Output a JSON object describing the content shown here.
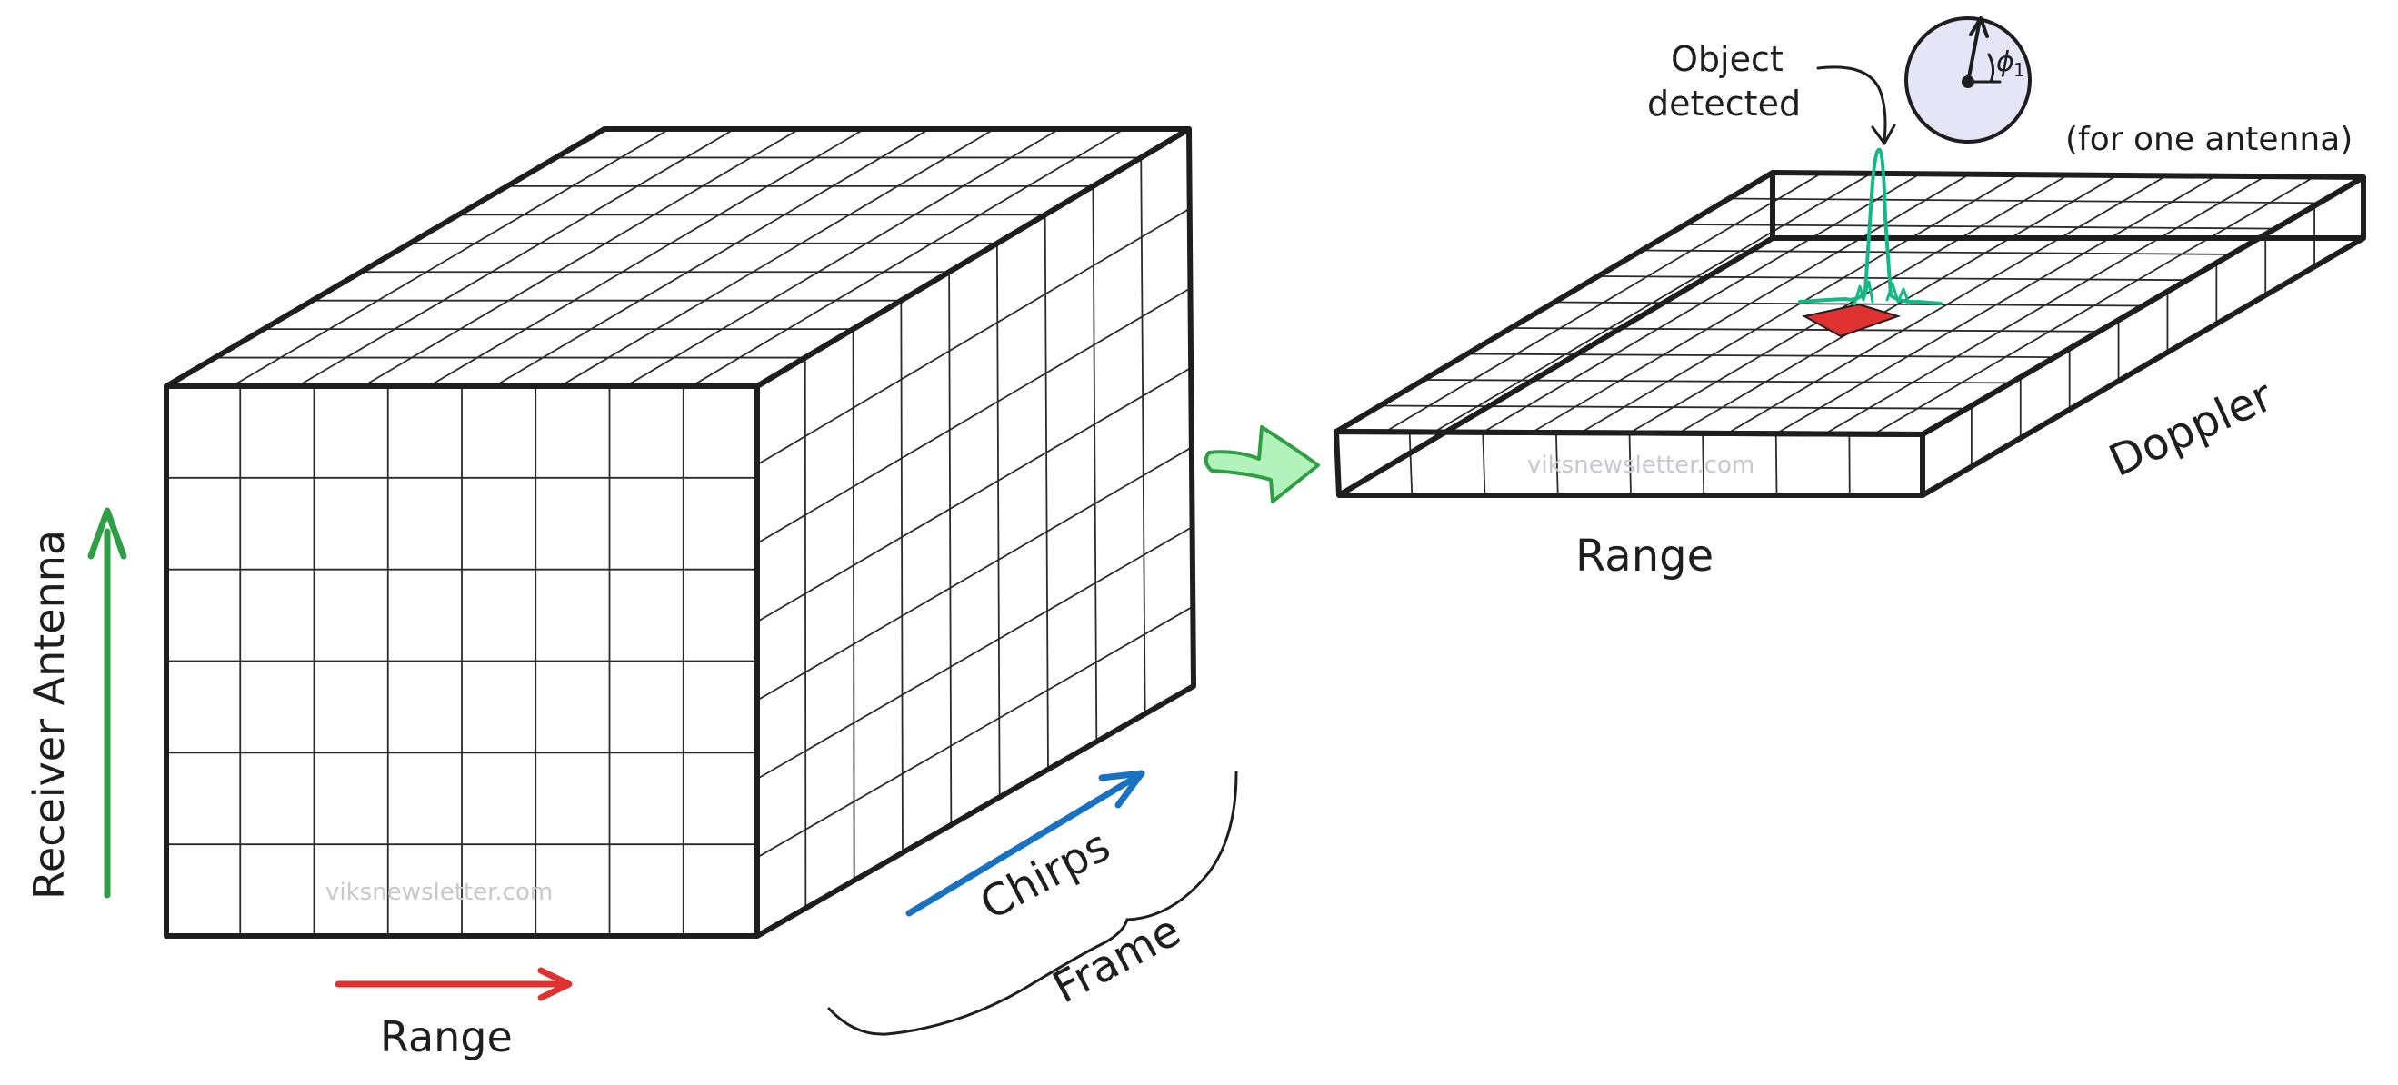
{
  "labels": {
    "receiver_antenna": "Receiver Antenna",
    "range_left": "Range",
    "chirps": "Chirps",
    "frame": "Frame",
    "range_right": "Range",
    "doppler": "Doppler",
    "object_detected_line1": "Object",
    "object_detected_line2": "detected",
    "for_one_antenna": "(for one antenna)",
    "phase_symbol": "ϕ",
    "phase_subscript": "1"
  },
  "watermark": "viksnewsletter.com",
  "colors": {
    "ink": "#1e1e1e",
    "grid": "#2a2a2a",
    "receiver_arrow": "#2f9e44",
    "range_arrow": "#e03131",
    "chirps_arrow": "#1971c2",
    "transition_arrow_fill": "#b2f2bb",
    "transition_arrow_stroke": "#2f9e44",
    "detected_cell": "#e03131",
    "detection_peak": "#12b886",
    "phase_dial_fill": "#e5e5f7",
    "watermark": "#c8c8d0"
  }
}
